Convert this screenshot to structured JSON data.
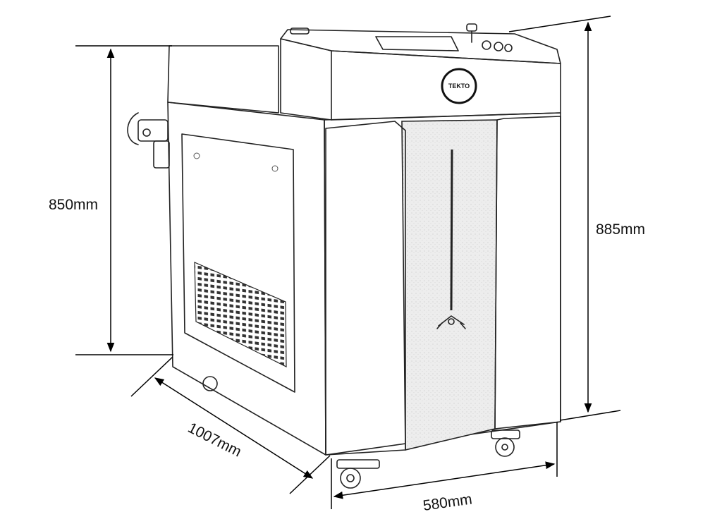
{
  "drawing": {
    "brand_badge": "TEKTO",
    "dimensions": {
      "cabinet_height": "850mm",
      "total_height": "885mm",
      "depth": "1007mm",
      "width": "580mm"
    }
  },
  "colors": {
    "line": "#222222",
    "background": "#ffffff",
    "glass": "#ececec"
  }
}
